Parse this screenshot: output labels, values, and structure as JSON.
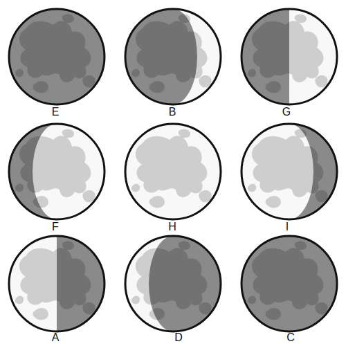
{
  "diagram": {
    "labels": [
      "E",
      "B",
      "G",
      "F",
      "H",
      "I",
      "A",
      "D",
      "C"
    ]
  }
}
